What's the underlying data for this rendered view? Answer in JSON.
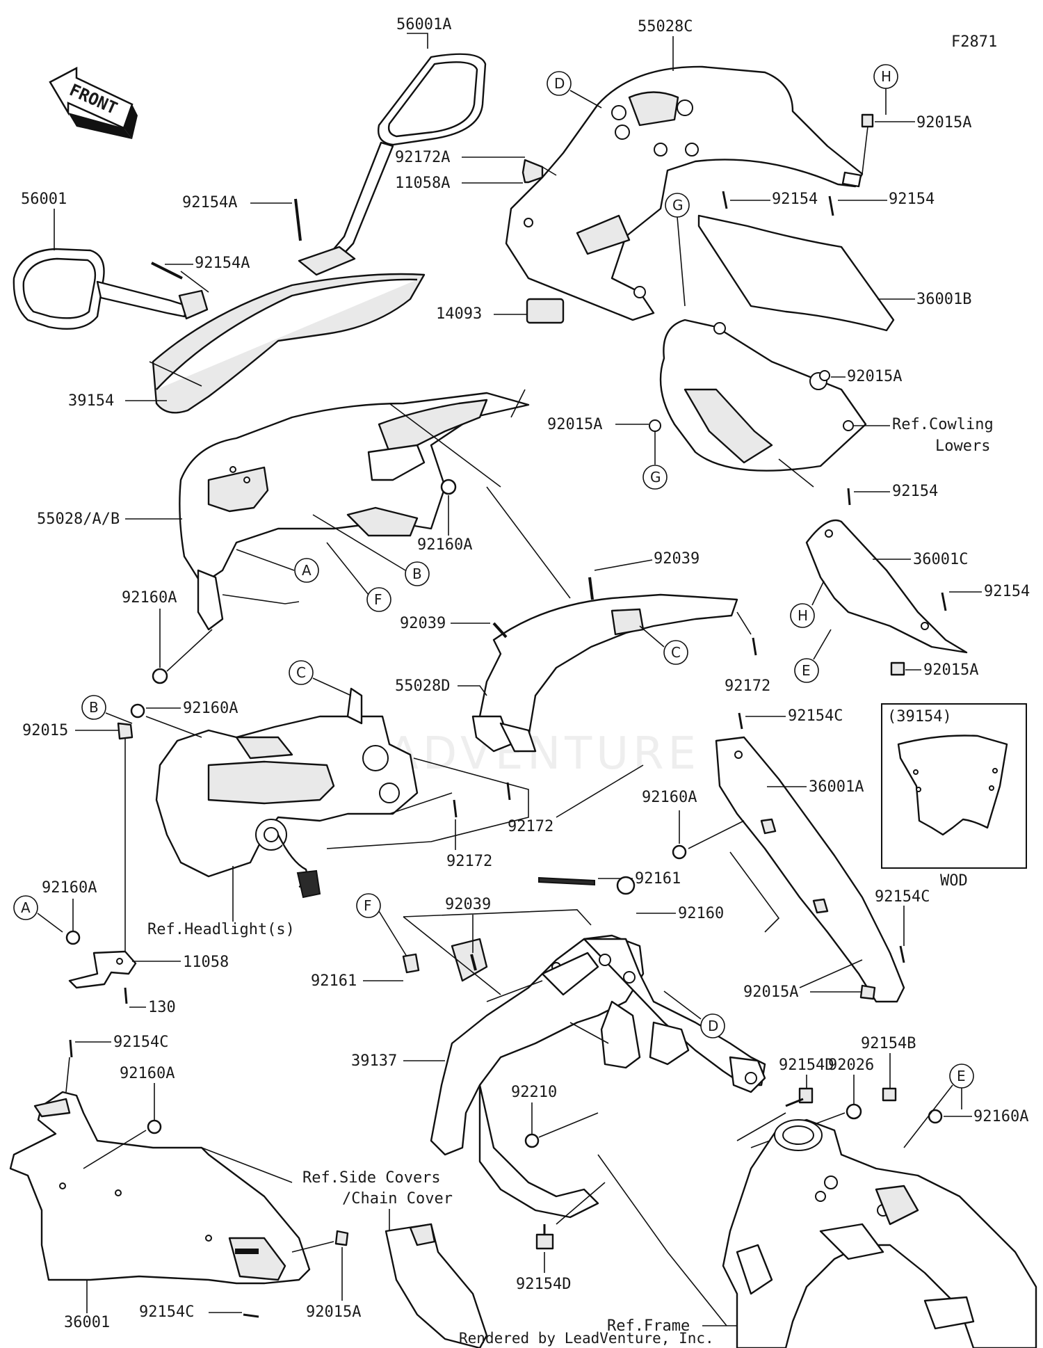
{
  "diagram_id": "F2871",
  "footer": "Rendered by LeadVenture, Inc.",
  "watermark": "LEADVENTURE",
  "front_arrow": "FRONT",
  "callouts": {
    "p56001A": "56001A",
    "p55028C": "55028C",
    "p92015A_1": "92015A",
    "p92172A": "92172A",
    "p11058A": "11058A",
    "p92154A_1": "92154A",
    "p56001": "56001",
    "p92154A_2": "92154A",
    "p92154_1": "92154",
    "p92154_2": "92154",
    "p36001B": "36001B",
    "p14093": "14093",
    "p92015A_2": "92015A",
    "p39154": "39154",
    "p92015A_3": "92015A",
    "p55028AB": "55028/A/B",
    "p92160A_1": "92160A",
    "p92154_3": "92154",
    "p36001C": "36001C",
    "p92039_1": "92039",
    "p92154_4": "92154",
    "p92160A_2": "92160A",
    "p92039_2": "92039",
    "p55028D": "55028D",
    "p92172_1": "92172",
    "p92015A_4": "92015A",
    "p92160A_3": "92160A",
    "p92015": "92015",
    "p92154C_1": "92154C",
    "p36001A": "36001A",
    "p92172_2": "92172",
    "p92172_3": "92172",
    "p92160A_4": "92160A",
    "p92161_1": "92161",
    "p92039_3": "92039",
    "p92160": "92160",
    "p92160A_5": "92160A",
    "p11058": "11058",
    "p130": "130",
    "p92154C_2": "92154C",
    "p92161_2": "92161",
    "p92015A_5": "92015A",
    "p39137": "39137",
    "p92154C_3": "92154C",
    "p92160A_6": "92160A",
    "p92154D_1": "92154D",
    "p92154B": "92154B",
    "p92026": "92026",
    "p92210": "92210",
    "p92160A_7": "92160A",
    "p92154D_2": "92154D",
    "p36001": "36001",
    "p92154C_4": "92154C",
    "p92015A_6": "92015A"
  },
  "refs": {
    "cowling_lowers_1": "Ref.Cowling",
    "cowling_lowers_2": "Lowers",
    "headlight": "Ref.Headlight(s)",
    "side_covers_1": "Ref.Side Covers",
    "side_covers_2": "/Chain Cover",
    "frame": "Ref.Frame"
  },
  "inset": {
    "title": "(39154)",
    "caption": "WOD"
  },
  "letters": {
    "D1": "D",
    "H1": "H",
    "G1": "G",
    "G2": "G",
    "A1": "A",
    "B1": "B",
    "F1": "F",
    "C1": "C",
    "H2": "H",
    "E1": "E",
    "B2": "B",
    "C2": "C",
    "A2": "A",
    "F2": "F",
    "D2": "D",
    "E2": "E"
  }
}
